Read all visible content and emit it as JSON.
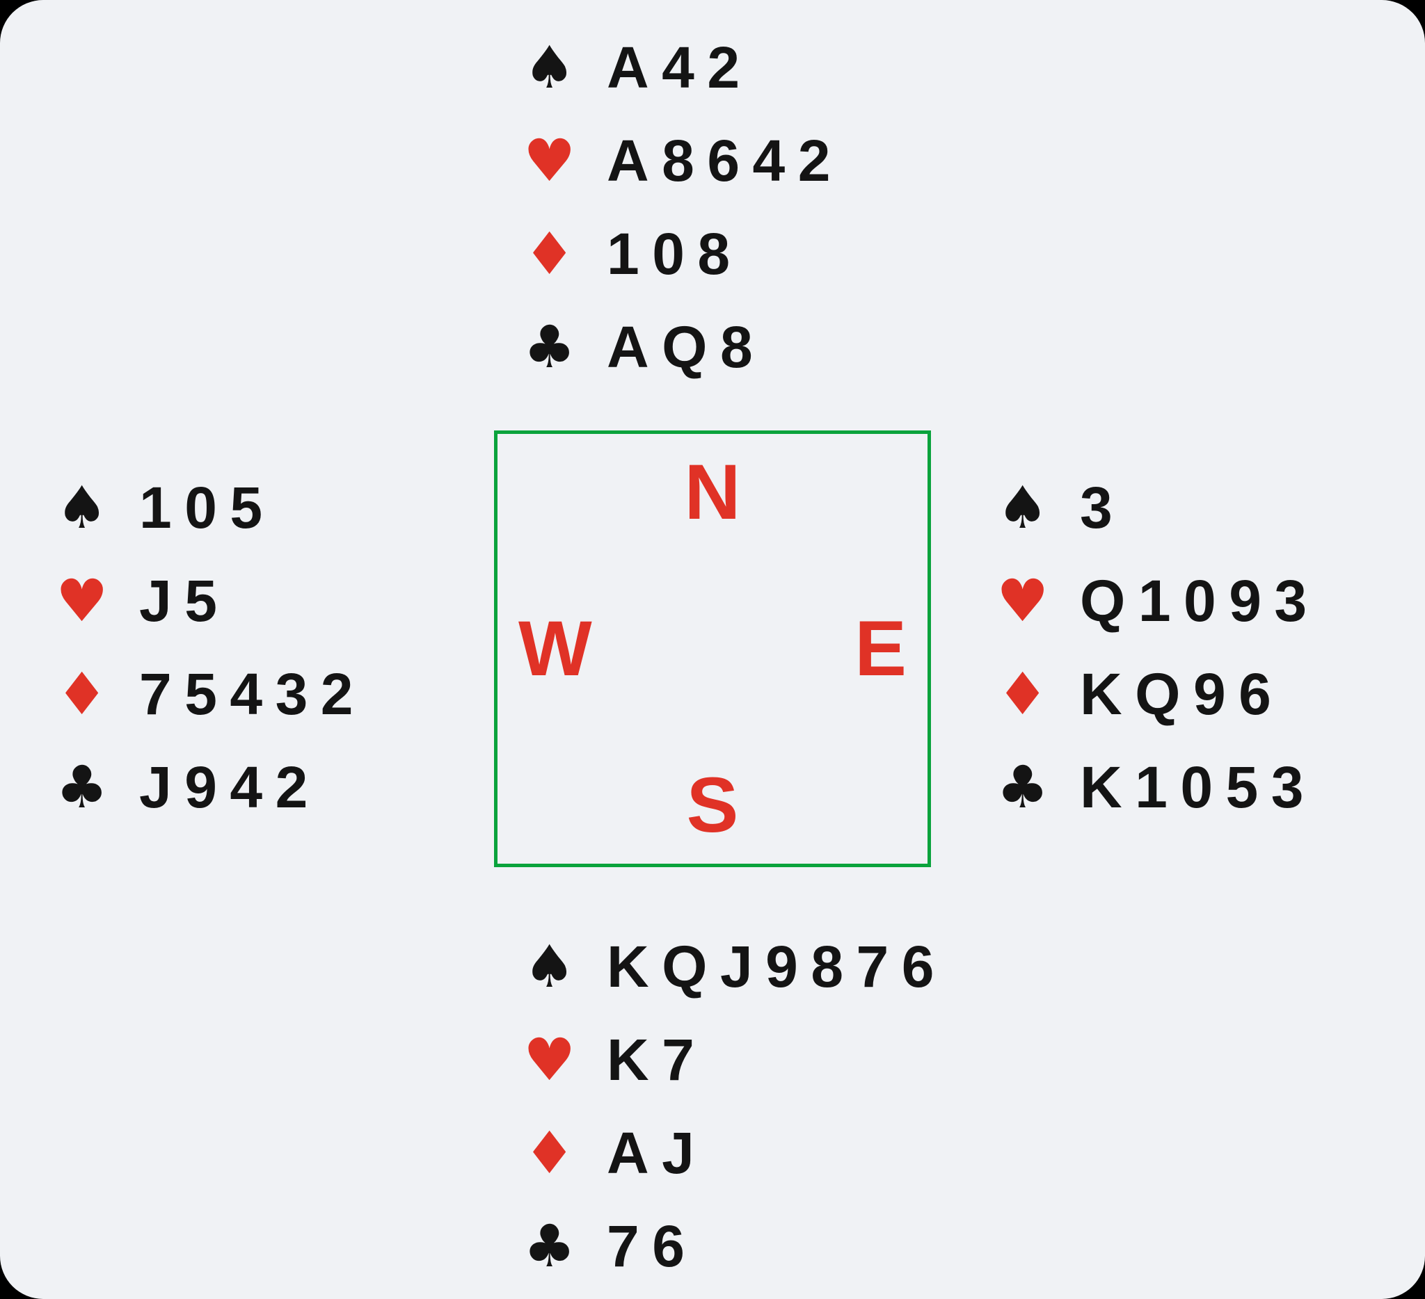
{
  "colors": {
    "bg": "#f0f2f5",
    "ink": "#141414",
    "red": "#e03226",
    "green": "#0aa33c",
    "outer": "#000000"
  },
  "compass": {
    "north": "N",
    "east": "E",
    "south": "S",
    "west": "W"
  },
  "hands": {
    "north": {
      "suits": [
        {
          "name": "spades",
          "symbol": "♠",
          "cards": "A42"
        },
        {
          "name": "hearts",
          "symbol": "♥",
          "cards": "A8642"
        },
        {
          "name": "diamonds",
          "symbol": "♦",
          "cards": "108"
        },
        {
          "name": "clubs",
          "symbol": "♣",
          "cards": "AQ8"
        }
      ]
    },
    "west": {
      "suits": [
        {
          "name": "spades",
          "symbol": "♠",
          "cards": "105"
        },
        {
          "name": "hearts",
          "symbol": "♥",
          "cards": "J5"
        },
        {
          "name": "diamonds",
          "symbol": "♦",
          "cards": "75432"
        },
        {
          "name": "clubs",
          "symbol": "♣",
          "cards": "J942"
        }
      ]
    },
    "east": {
      "suits": [
        {
          "name": "spades",
          "symbol": "♠",
          "cards": "3"
        },
        {
          "name": "hearts",
          "symbol": "♥",
          "cards": "Q1093"
        },
        {
          "name": "diamonds",
          "symbol": "♦",
          "cards": "KQ96"
        },
        {
          "name": "clubs",
          "symbol": "♣",
          "cards": "K1053"
        }
      ]
    },
    "south": {
      "suits": [
        {
          "name": "spades",
          "symbol": "♠",
          "cards": "KQJ9876"
        },
        {
          "name": "hearts",
          "symbol": "♥",
          "cards": "K7"
        },
        {
          "name": "diamonds",
          "symbol": "♦",
          "cards": "AJ"
        },
        {
          "name": "clubs",
          "symbol": "♣",
          "cards": "76"
        }
      ]
    }
  }
}
